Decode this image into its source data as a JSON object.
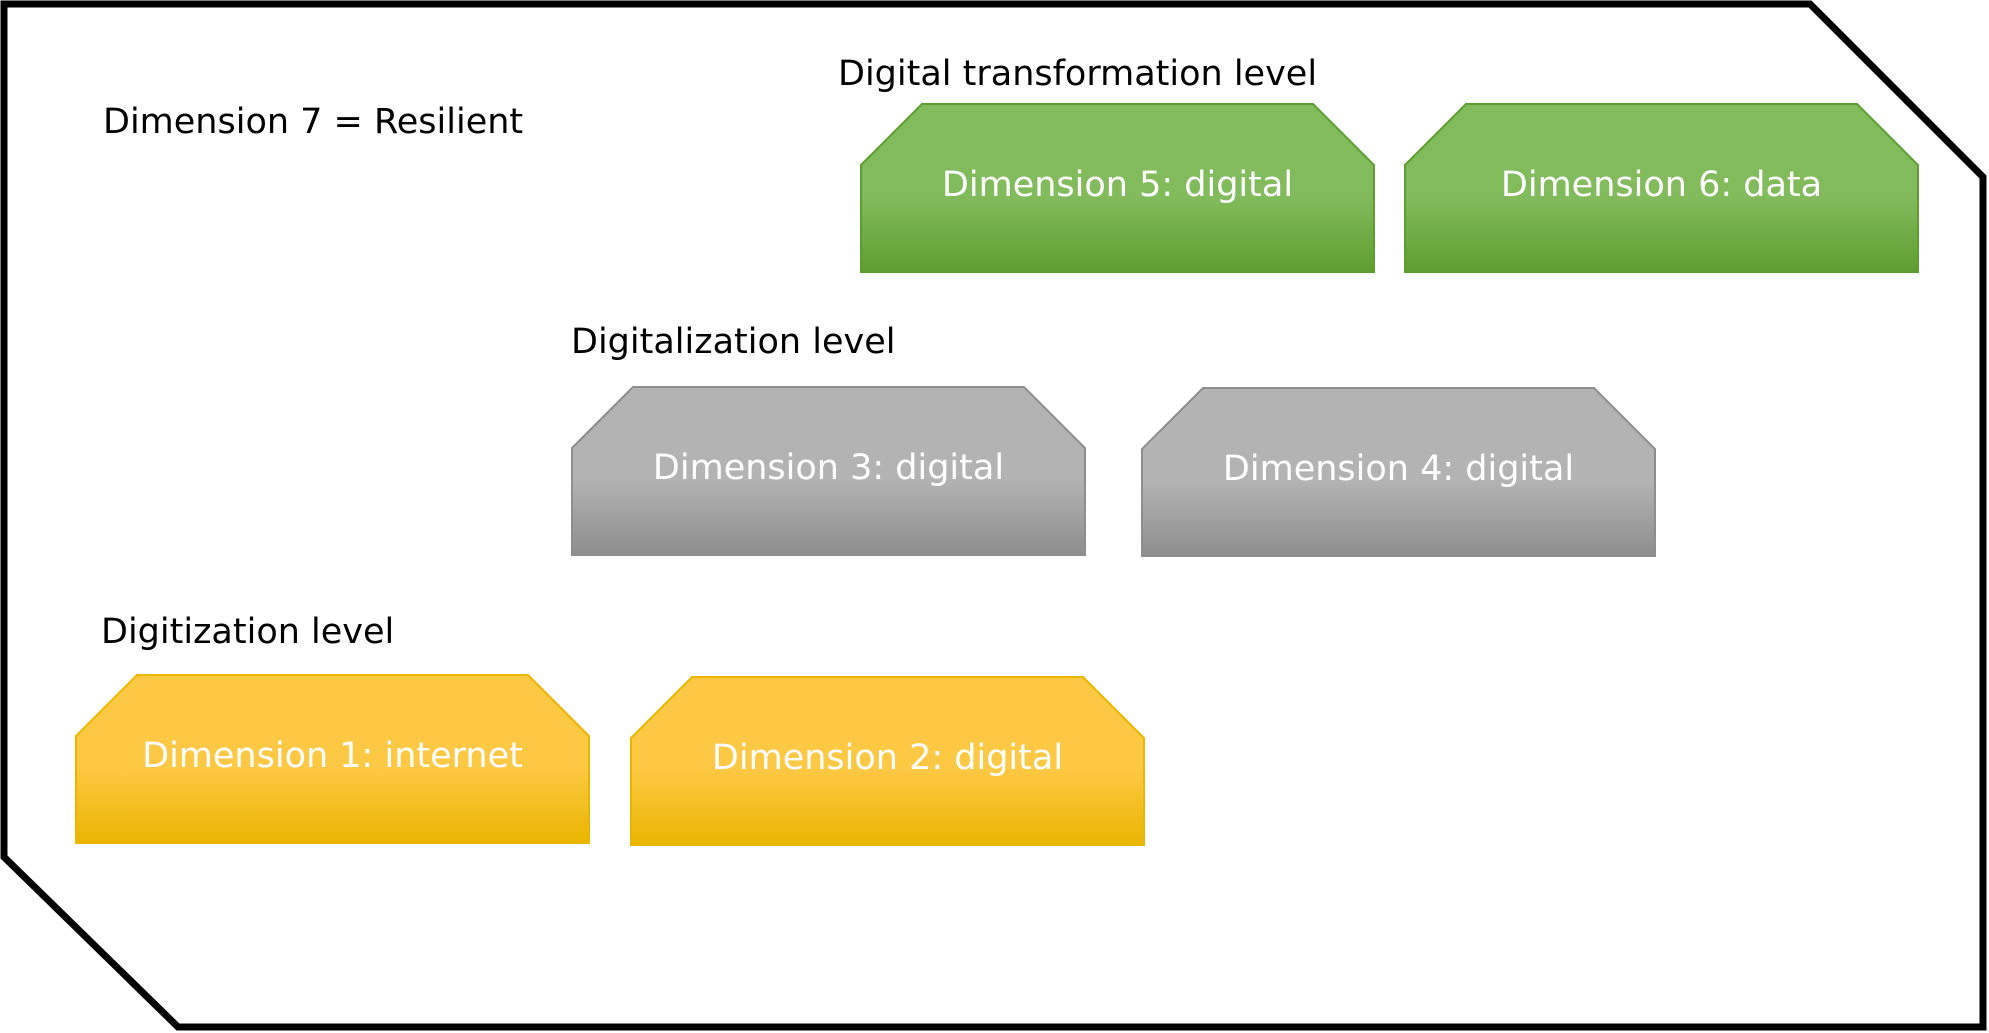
{
  "outer_label": "Dimension 7 = Resilient",
  "levels": {
    "transformation": {
      "title": "Digital transformation level",
      "boxes": [
        "Dimension 5: digital",
        "Dimension 6: data"
      ],
      "color_top": "#82bb5c",
      "color_bottom": "#5e9e30"
    },
    "digitalization": {
      "title": "Digitalization level",
      "boxes": [
        "Dimension 3: digital",
        "Dimension 4: digital"
      ],
      "color_top": "#b3b3b3",
      "color_bottom": "#8e8e8e"
    },
    "digitization": {
      "title": "Digitization level",
      "boxes": [
        "Dimension 1: internet",
        "Dimension 2: digital"
      ],
      "color_top": "#fdc843",
      "color_bottom": "#eab600"
    }
  }
}
